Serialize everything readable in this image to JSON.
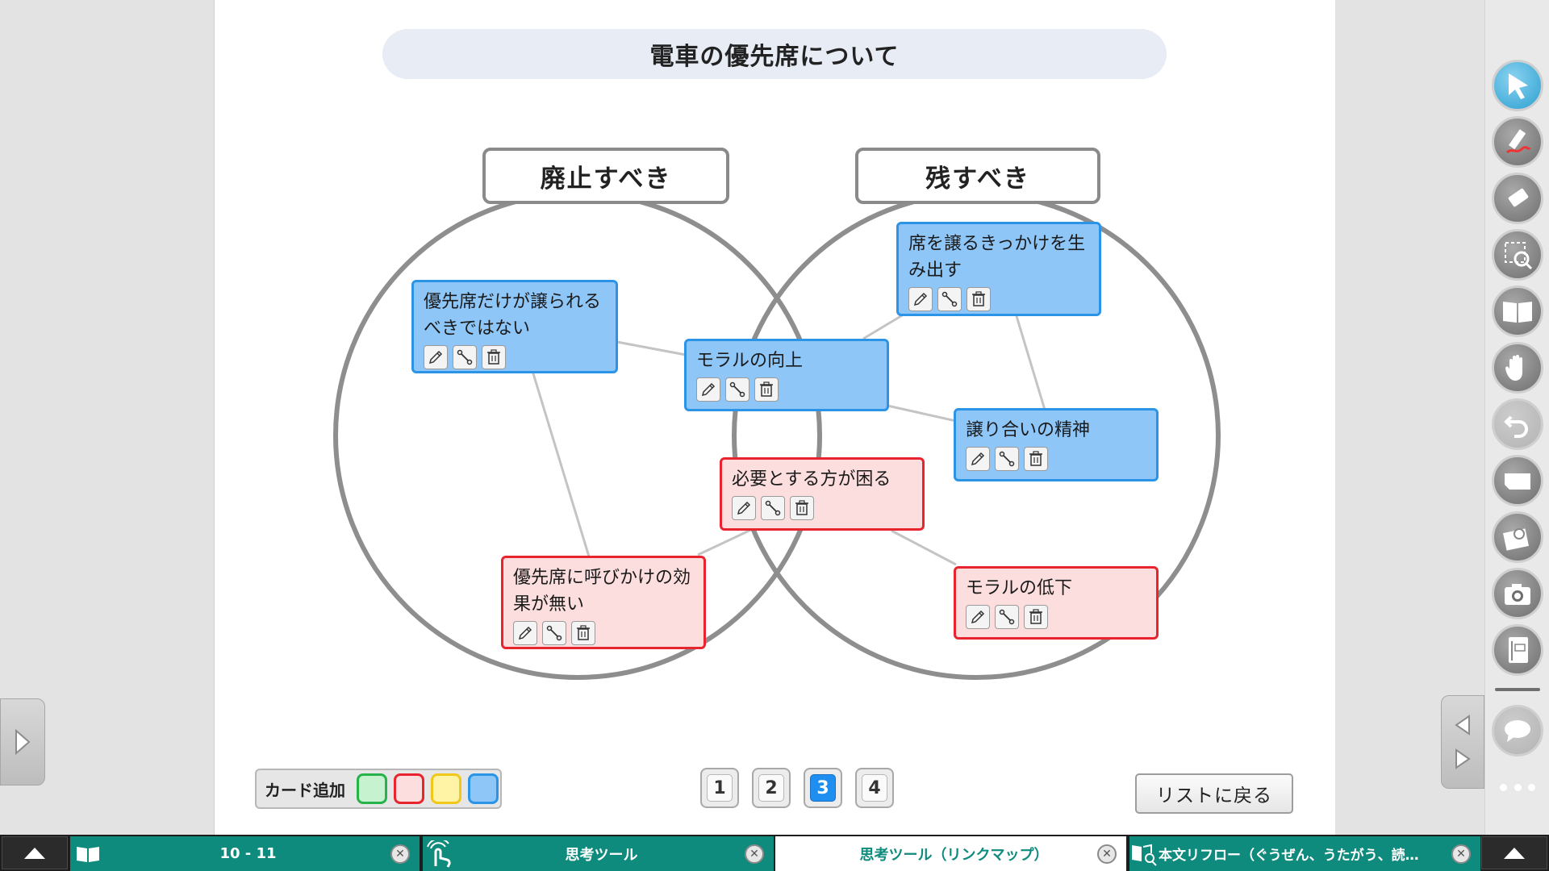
{
  "title": "電車の優先席について",
  "circles": {
    "left_label": "廃止すべき",
    "right_label": "残すべき"
  },
  "cards": [
    {
      "id": "c1",
      "text": "優先席だけが譲られるべきではない",
      "color": "blue"
    },
    {
      "id": "c2",
      "text": "モラルの向上",
      "color": "blue"
    },
    {
      "id": "c3",
      "text": "席を譲るきっかけを生み出す",
      "color": "blue"
    },
    {
      "id": "c4",
      "text": "譲り合いの精神",
      "color": "blue"
    },
    {
      "id": "c5",
      "text": "必要とする方が困る",
      "color": "red"
    },
    {
      "id": "c6",
      "text": "優先席に呼びかけの効果が無い",
      "color": "red"
    },
    {
      "id": "c7",
      "text": "モラルの低下",
      "color": "red"
    }
  ],
  "card_tools": [
    "pencil-icon",
    "link-icon",
    "trash-icon"
  ],
  "card_add": {
    "label": "カード追加",
    "colors": [
      {
        "name": "green",
        "fill": "#c6f2cf",
        "border": "#27b34a"
      },
      {
        "name": "red",
        "fill": "#fcdede",
        "border": "#e8242f"
      },
      {
        "name": "yellow",
        "fill": "#fff3a6",
        "border": "#f1c81a"
      },
      {
        "name": "blue",
        "fill": "#8ec6f8",
        "border": "#2b94e6"
      }
    ]
  },
  "pages": [
    "1",
    "2",
    "3",
    "4"
  ],
  "current_page": "3",
  "back_button": "リストに戻る",
  "taskbar": {
    "tabs": [
      {
        "label": "10 - 11",
        "icon": "book-icon",
        "active": false
      },
      {
        "label": "思考ツール",
        "icon": "touch-hand-icon",
        "active": false
      },
      {
        "label": "思考ツール（リンクマップ）",
        "icon": "",
        "active": true
      },
      {
        "label": "本文リフロー（ぐうぜん、うたがう、読…",
        "icon": "book-search-icon",
        "active": false
      }
    ]
  },
  "rail_tools": [
    "cursor-icon",
    "pen-icon",
    "eraser-icon",
    "zoom-select-icon",
    "book-icon",
    "hand-icon",
    "undo-icon",
    "mask-icon",
    "image-icon",
    "camera-icon",
    "notebook-icon",
    "comment-icon"
  ],
  "colors": {
    "accent_teal": "#0f8b7d",
    "card_blue": "#8ec6f8",
    "card_red": "#fcdede",
    "current_page": "#1e8ef0"
  }
}
